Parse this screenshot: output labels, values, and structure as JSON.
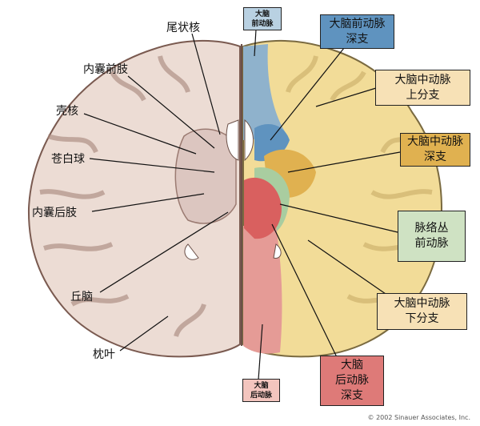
{
  "left_labels": {
    "caudate": "尾状核",
    "internal_capsule_anterior": "内囊前肢",
    "putamen": "壳核",
    "globus_pallidus": "苍白球",
    "internal_capsule_posterior": "内囊后肢",
    "thalamus": "丘脑",
    "occipital_lobe": "枕叶"
  },
  "right_boxes": {
    "aca_small": "大脑\n前动脉",
    "aca_deep": "大脑前动脉\n深支",
    "mca_superior": "大脑中动脉\n上分支",
    "mca_deep": "大脑中动脉\n深支",
    "ant_choroidal": "脉络丛\n前动脉",
    "mca_inferior": "大脑中动脉\n下分支",
    "pca_deep": "大脑\n后动脉\n深支",
    "pca_small": "大脑\n后动脉"
  },
  "colors": {
    "aca": "#8fb2cc",
    "aca_deep": "#5f93bf",
    "mca": "#f2dc98",
    "mca_deep": "#e0b150",
    "ant_choroidal": "#a9cda0",
    "pca": "#e59b96",
    "pca_deep": "#d9605f",
    "left_tissue": "#ecdcd4"
  },
  "copyright": "© 2002 Sinauer Associates, Inc."
}
